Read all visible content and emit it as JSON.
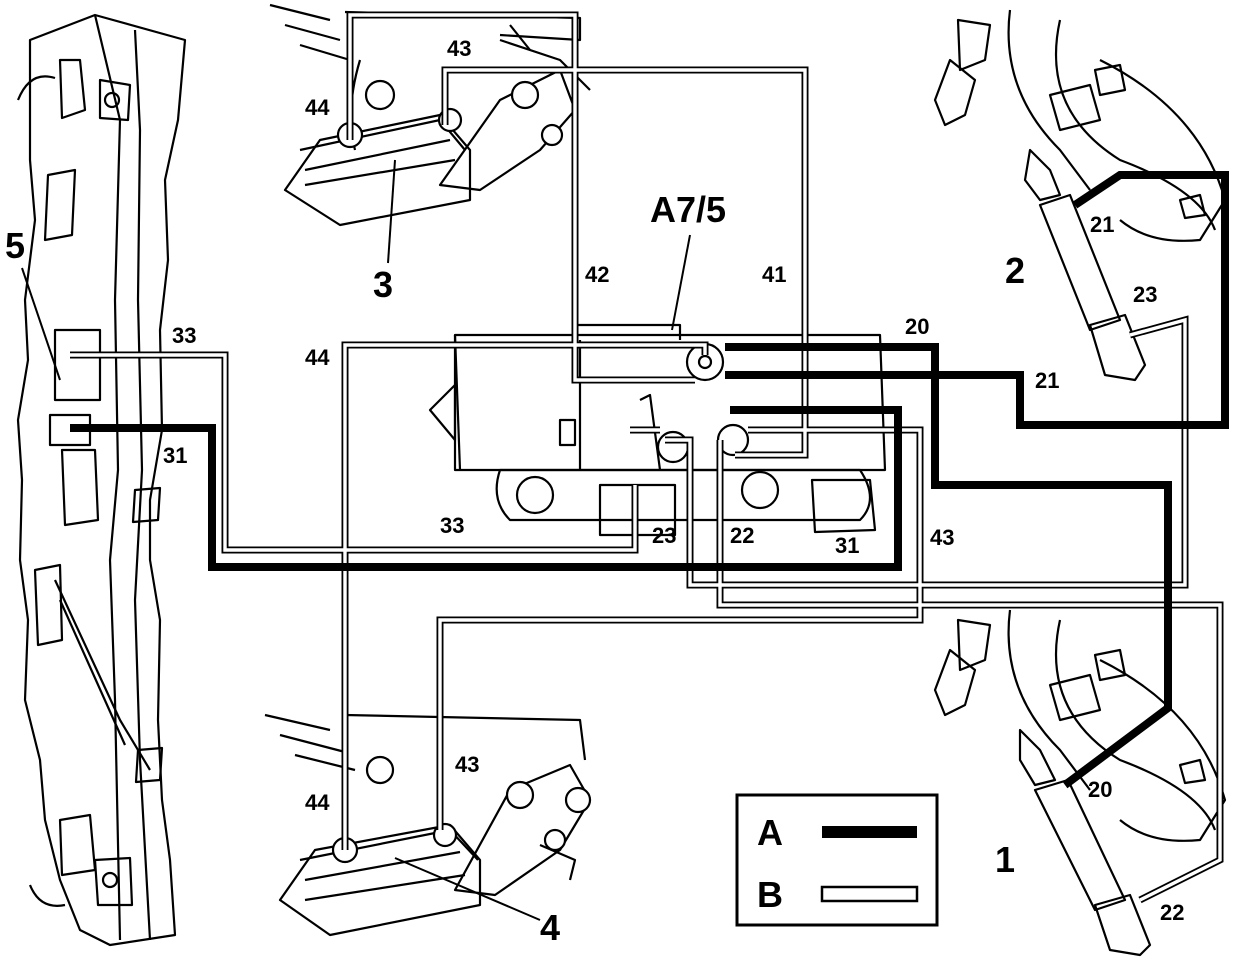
{
  "legend": {
    "a_label": "A",
    "b_label": "B"
  },
  "labels": {
    "a7_5": "A7/5",
    "part_1": "1",
    "part_2": "2",
    "part_3": "3",
    "part_4": "4",
    "part_5": "5",
    "line_20_top": "20",
    "line_21_top": "21",
    "line_21_right": "21",
    "line_23_right": "23",
    "line_20_right": "20",
    "line_22_right": "22",
    "line_33_top": "33",
    "line_31_left": "31",
    "line_33_bottom": "33",
    "line_23_bottom": "23",
    "line_22_bottom": "22",
    "line_31_bottom": "31",
    "line_43_right": "43",
    "line_44_mid": "44",
    "line_42": "42",
    "line_41": "41",
    "line_43_top": "43",
    "line_44_top": "44",
    "line_43_lower": "43",
    "line_44_lower": "44"
  },
  "colors": {
    "ink": "#000000",
    "paper": "#ffffff"
  }
}
